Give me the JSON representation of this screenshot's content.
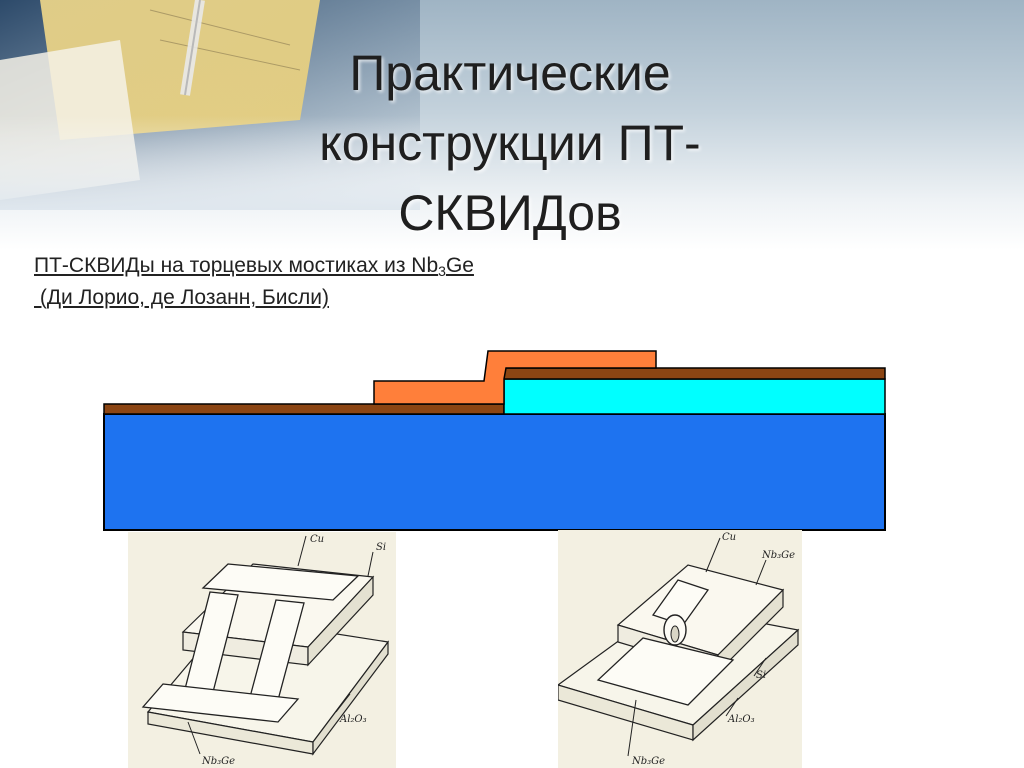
{
  "slide": {
    "title_lines": [
      "Практические",
      "конструкции ПТ-",
      "СКВИДов"
    ],
    "subtitle": {
      "line1_before_sub": "ПТ-СКВИДы на торцевых мостиках из Nb",
      "line1_sub": "3",
      "line1_after_sub": "Ge",
      "line2": " (Ди Лорио, де Лозанн, Бисли)"
    }
  },
  "cross_section": {
    "layers": [
      {
        "name": "substrate",
        "color": "#1e73f0"
      },
      {
        "name": "thin-film",
        "color": "#8b4513"
      },
      {
        "name": "step-layer",
        "color": "#00ffff"
      },
      {
        "name": "top-contact",
        "color": "#ff7f3a"
      }
    ]
  },
  "sketches": {
    "left": {
      "labels": {
        "cu": "Cu",
        "si": "Si",
        "al2o3": "Al₂O₃",
        "nb3ge": "Nb₃Ge"
      }
    },
    "right": {
      "labels": {
        "cu": "Cu",
        "nb3ge_top": "Nb₃Ge",
        "si": "Si",
        "al2o3": "Al₂O₃",
        "nb3ge_bottom": "Nb₃Ge"
      }
    }
  }
}
